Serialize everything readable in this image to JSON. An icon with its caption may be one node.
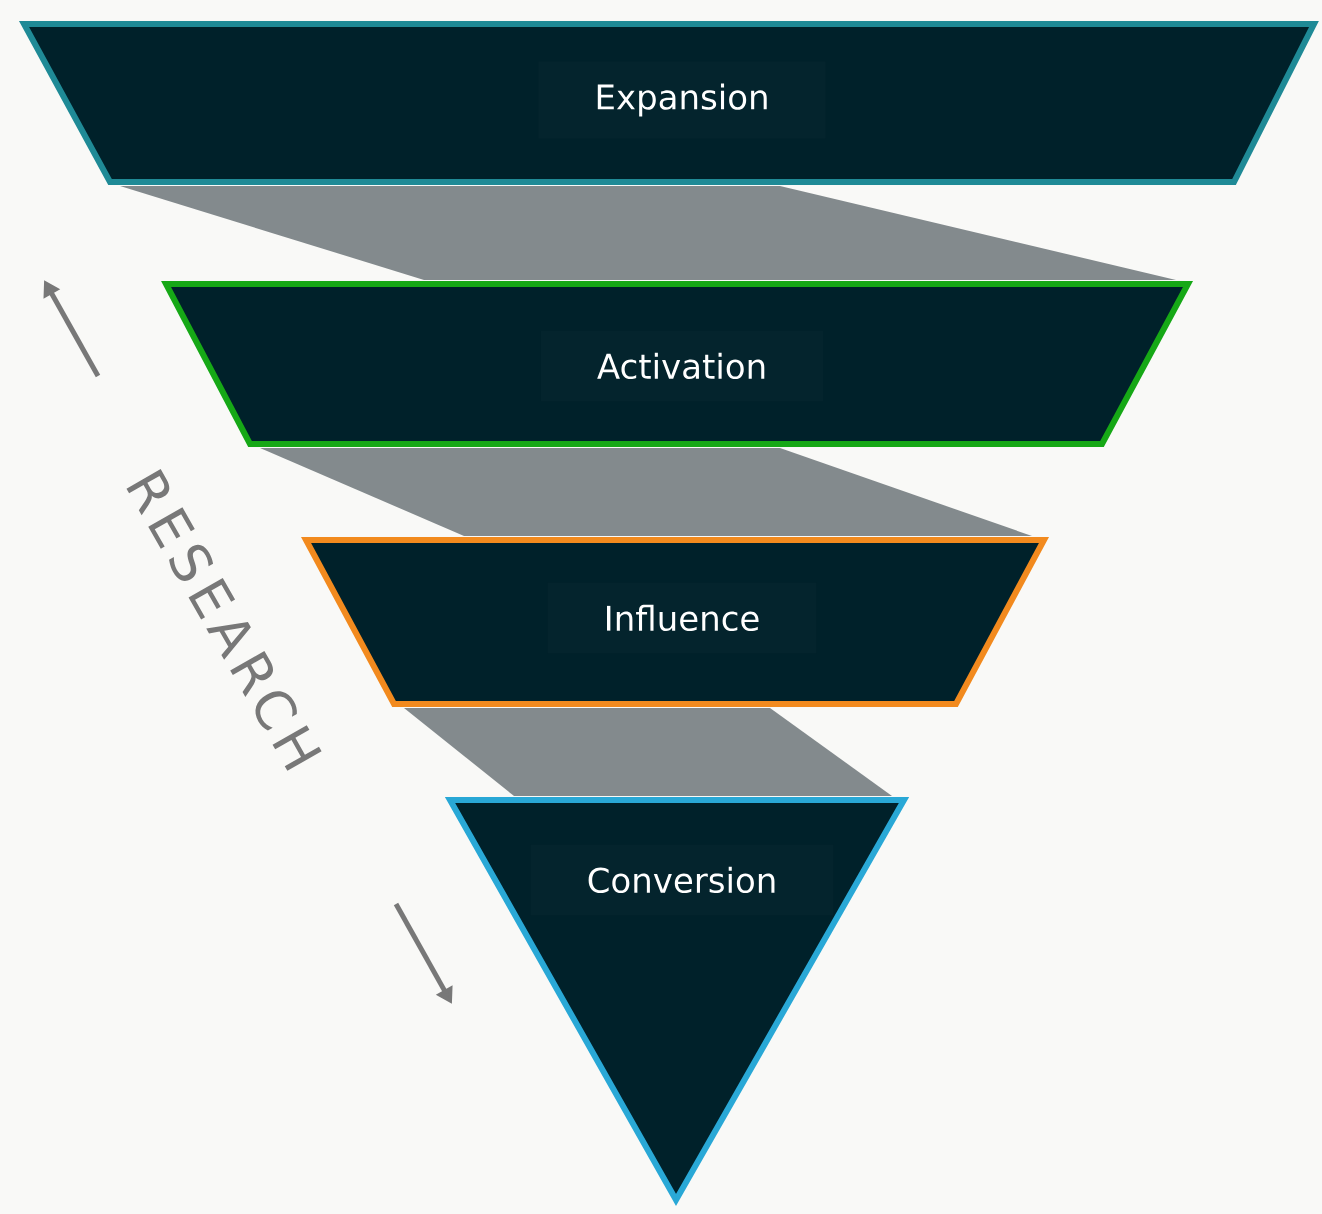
{
  "diagram": {
    "nodes": [
      {
        "text": [
          "Expansion"
        ]
      },
      {
        "text": [],
        "shape": "band"
      },
      {
        "text": [
          "Activation"
        ]
      },
      {
        "text": [],
        "shape": "band"
      },
      {
        "text": [
          "Influence"
        ]
      },
      {
        "text": [],
        "shape": "band"
      },
      {
        "text": [
          "Conversion"
        ]
      }
    ],
    "labels": [
      "RESEARCH"
    ]
  }
}
